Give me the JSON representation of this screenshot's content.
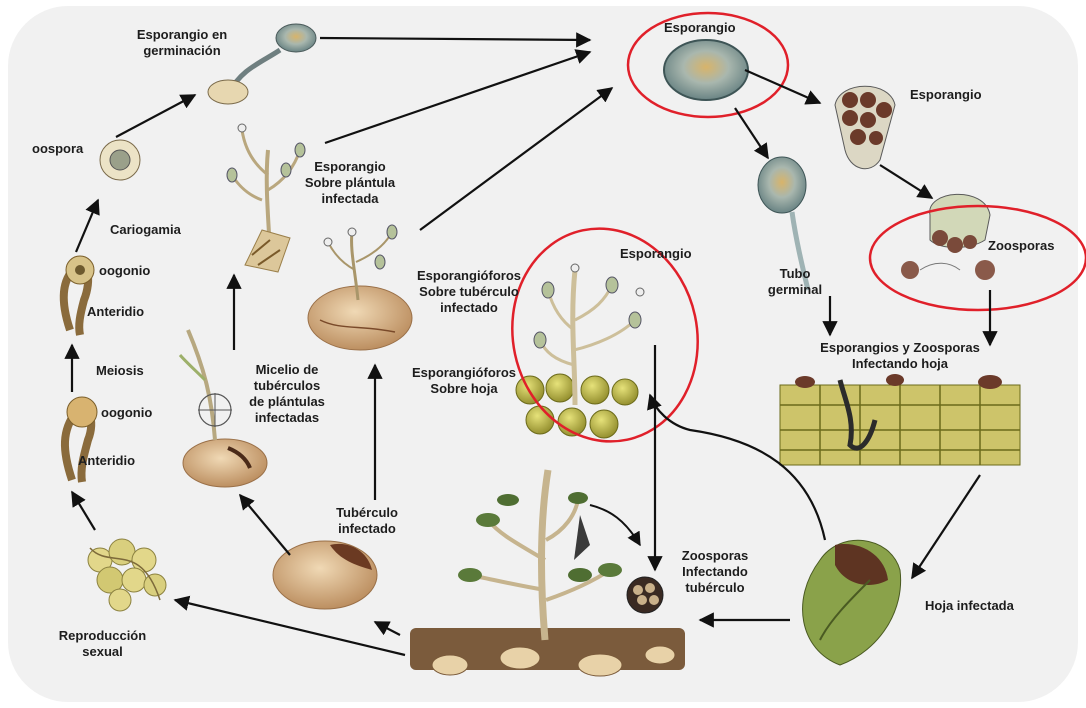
{
  "colors": {
    "background_panel": "#f1f1f1",
    "arrow": "#111111",
    "highlight": "#e0202a",
    "sporangium_blue": "#9fb3b4",
    "sporangium_spot": "#c9a560",
    "tuber": "#d9b68a",
    "lesion": "#6b3a22",
    "leaf_cells": "#c9c46a",
    "leaf_green": "#8aa24a",
    "soil": "#7a5a3a",
    "stem": "#cbb892"
  },
  "labels": {
    "esporangio_germinacion": "Esporangio en\ngerminación",
    "oospora": "oospora",
    "cariogamia": "Cariogamia",
    "oogonio_1": "oogonio",
    "anteridio_1": "Anteridio",
    "meiosis": "Meiosis",
    "oogonio_2": "oogonio",
    "anteridio_2": "Anteridio",
    "esporangio_plantula": "Esporangio\nSobre plántula\ninfectada",
    "micelio": "Micelio de\ntubérculos\nde plántulas\ninfectadas",
    "esporangioforos_tuberculo": "Esporangióforos\nSobre tubérculo\ninfectado",
    "esporangio_top": "Esporangio",
    "esporangio_right": "Esporangio",
    "esporangio_leaf": "Esporangio",
    "esporangioforos_hoja": "Esporangióforos\nSobre hoja",
    "tubo_germinal": "Tubo\ngerminal",
    "zoosporas": "Zoosporas",
    "esporangios_zoosporas": "Esporangios y Zoosporas\nInfectando hoja",
    "tuberculo_infectado": "Tubérculo\ninfectado",
    "zoosporas_tuberculo": "Zoosporas\nInfectando\ntubérculo",
    "hoja_infectada": "Hoja infectada",
    "reproduccion_sexual": "Reproducción\nsexual"
  }
}
